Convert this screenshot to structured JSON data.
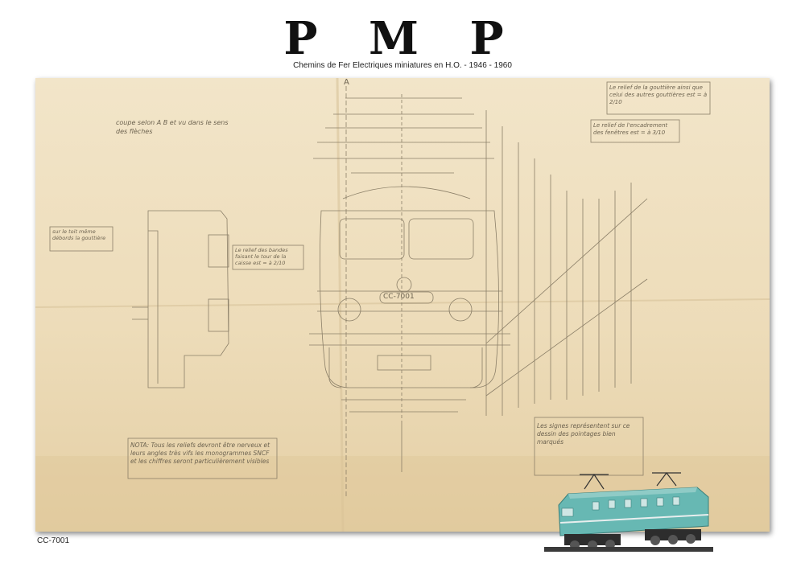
{
  "header": {
    "logo": "P M P",
    "subtitle": "Chemins de Fer Electriques miniatures en H.O. - 1946 - 1960"
  },
  "drawing": {
    "section_marker": "A",
    "locomotive_plate": "CC-7001",
    "notes": {
      "coupe": "coupe selon A B et vu dans le sens des flèches",
      "gouttiere": "Le relief de la gouttière ainsi que celui des autres gouttières est = à 2/10",
      "fenetres": "Le relief de l'encadrement des fenêtres est = à 3/10",
      "nota": "NOTA: Tous les reliefs devront être nerveux et leurs angles très vifs les monogrammes SNCF et les chiffres seront particulièrement visibles",
      "signes": "Les signes représentent sur ce dessin des pointages bien marqués",
      "toit": "sur le toit même débords la gouttière",
      "caisse": "Le relief des bandes faisant le tour de la caisse est = à 2/10"
    }
  },
  "footer": {
    "caption": "CC-7001"
  },
  "colors": {
    "paper": "#eddcb9",
    "pencil": "#6d6350",
    "locomotive": "#67b8b3"
  }
}
